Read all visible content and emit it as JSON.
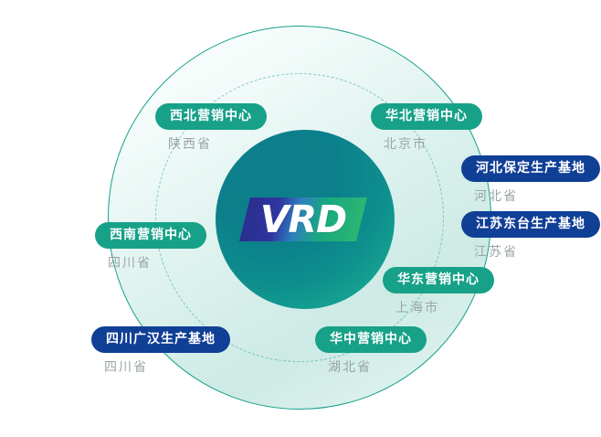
{
  "brand": {
    "logo_text": "VRD",
    "logo_colors": {
      "start": "#2b2f8f",
      "mid": "#2f7fbe",
      "end": "#2bb673"
    }
  },
  "theme": {
    "marketing_center_color": "#17a188",
    "production_base_color": "#103f96",
    "core_circle_color": "#0e8e8d",
    "ring_color": "#17a08a",
    "subtitle_color": "#9aa4a6"
  },
  "nodes": [
    {
      "id": "northwest-marketing-center",
      "name": "西北营销中心",
      "region": "陕西省",
      "type": "marketing-center"
    },
    {
      "id": "north-china-marketing-center",
      "name": "华北营销中心",
      "region": "北京市",
      "type": "marketing-center"
    },
    {
      "id": "hebei-baoding-production-base",
      "name": "河北保定生产基地",
      "region": "河北省",
      "type": "production-base"
    },
    {
      "id": "jiangsu-dongtai-production-base",
      "name": "江苏东台生产基地",
      "region": "江苏省",
      "type": "production-base"
    },
    {
      "id": "southwest-marketing-center",
      "name": "西南营销中心",
      "region": "四川省",
      "type": "marketing-center"
    },
    {
      "id": "east-china-marketing-center",
      "name": "华东营销中心",
      "region": "上海市",
      "type": "marketing-center"
    },
    {
      "id": "sichuan-guanghan-production-base",
      "name": "四川广汉生产基地",
      "region": "四川省",
      "type": "production-base"
    },
    {
      "id": "central-china-marketing-center",
      "name": "华中营销中心",
      "region": "湖北省",
      "type": "marketing-center"
    }
  ]
}
